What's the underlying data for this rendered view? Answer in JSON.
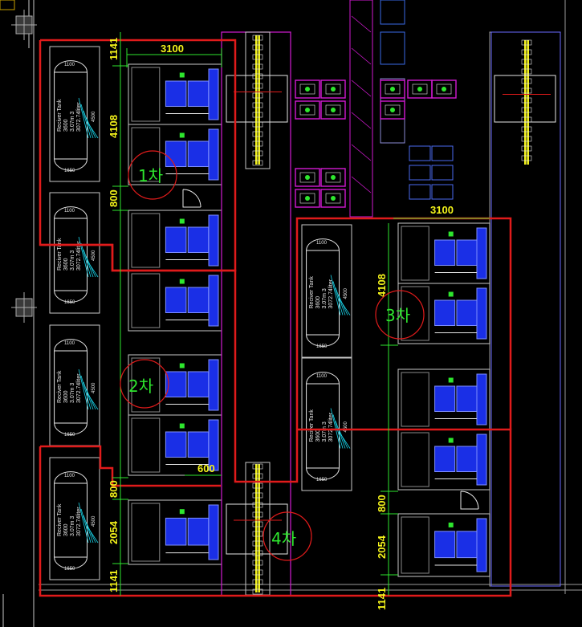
{
  "phases": {
    "phase1": "1차",
    "phase2": "2차",
    "phase3": "3차",
    "phase4": "4차"
  },
  "dimensions": {
    "width_left": "3100",
    "width_right": "3100",
    "v_1141_top": "1141",
    "v_4108_left": "4108",
    "v_800_left_a": "800",
    "v_800_left_b": "800",
    "v_2054_left": "2054",
    "v_1141_left_bottom": "1141",
    "v_4108_right": "4108",
    "v_800_right": "800",
    "v_2054_right": "2054",
    "v_1141_right_bottom": "1141",
    "h_600": "600"
  },
  "tank": {
    "name": "Reciver Tank",
    "volume": "3.07m 3",
    "liter": "3072.74liter",
    "top_dim": "1100",
    "side_dim": "4500",
    "bottom_dim": "1650",
    "inner_dim": "3600"
  },
  "colors": {
    "background": "#000000",
    "red_boundary": "#e01b1b",
    "dimension_yellow": "#f2f21a",
    "phase_green": "#2ee62e",
    "equipment_blue": "#1a2fe6",
    "magenta": "#d21ad2",
    "frame_gray": "#b4b4b4"
  }
}
